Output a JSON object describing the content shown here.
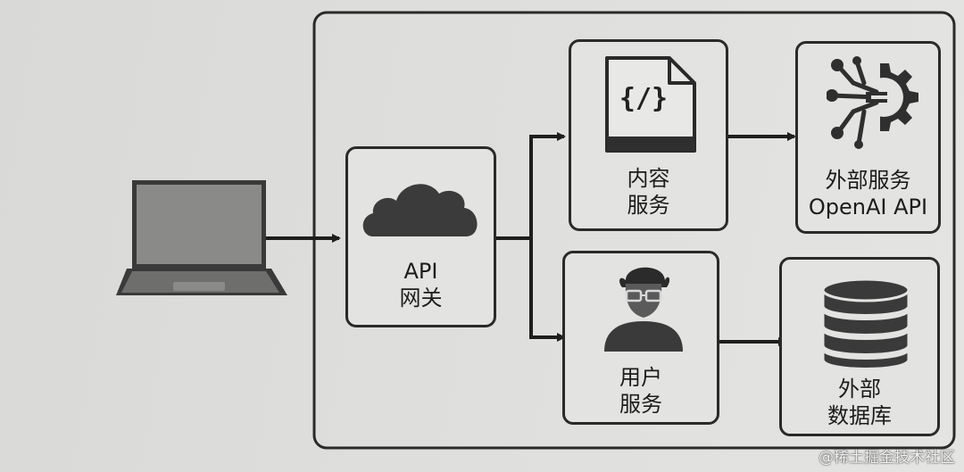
{
  "gateway": {
    "line1": "API",
    "line2": "网关"
  },
  "content_service": {
    "line1": "内容",
    "line2": "服务",
    "icon_text": "{/}"
  },
  "user_service": {
    "line1": "用户",
    "line2": "服务"
  },
  "external_service": {
    "line1": "外部服务",
    "line2": "OpenAI API"
  },
  "external_db": {
    "line1": "外部",
    "line2": "数据库"
  },
  "watermark": "@稀土掘金技术社区",
  "icons": {
    "client": "laptop-icon",
    "gateway": "cloud-icon",
    "content_service": "code-file-icon",
    "user_service": "person-icon",
    "external_service": "ai-gear-icon",
    "external_db": "database-icon"
  },
  "colors": {
    "stroke": "#2a2a2a",
    "fill_dark": "#3c3c3c",
    "background": "#dededc"
  }
}
